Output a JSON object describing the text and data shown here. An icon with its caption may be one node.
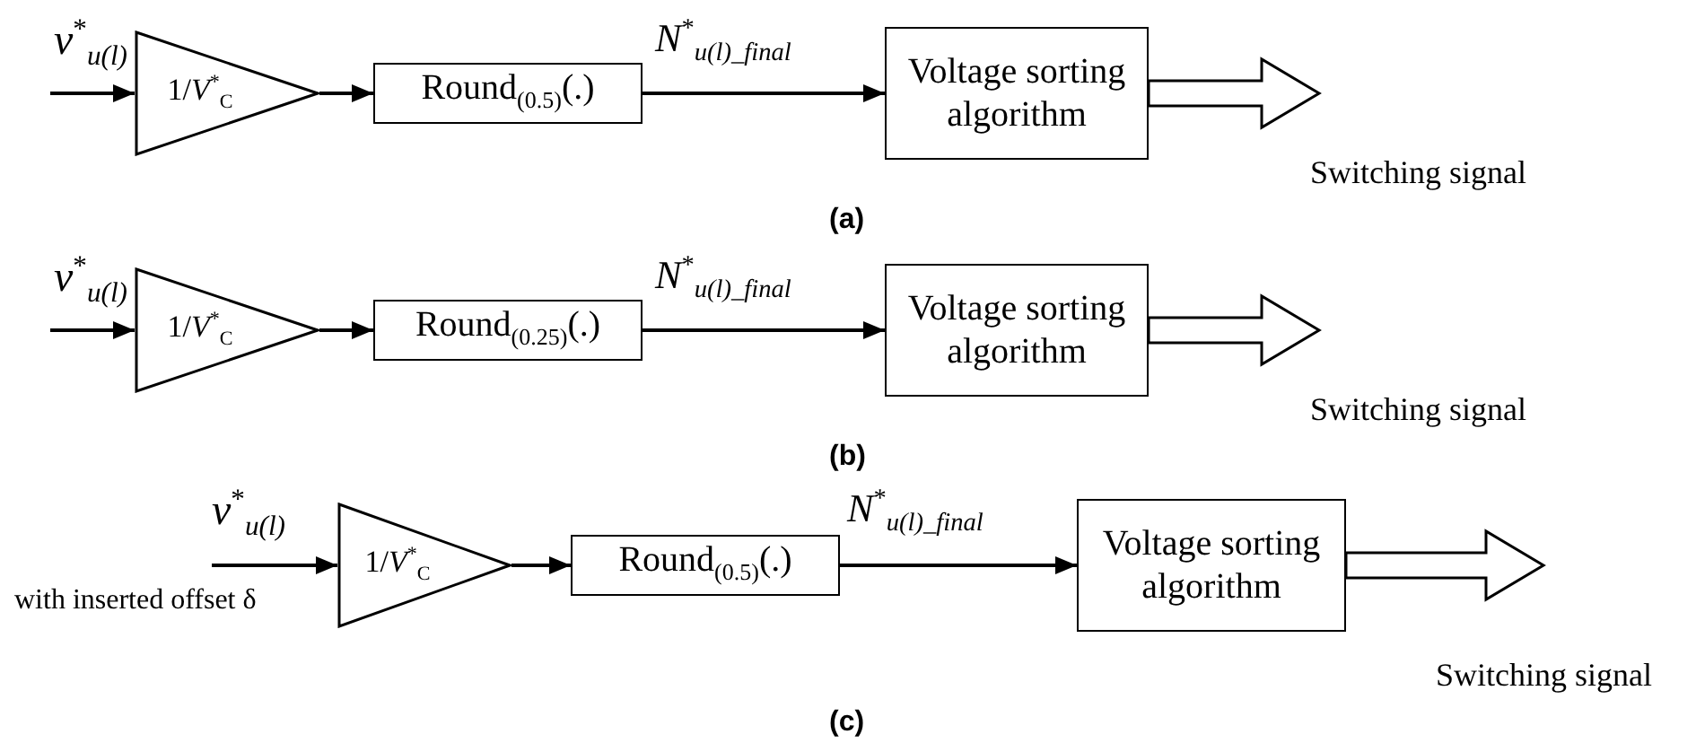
{
  "diagram": {
    "nodes": [
      {
        "text": [
          "1/*V*$^{*}$$_{C}$"
        ]
      },
      {
        "text": [
          "Round$_{(0.5)}$(.)"
        ]
      },
      {
        "text": [
          "Voltage sorting algorithm"
        ]
      },
      {
        "text": [
          "1/*V*$^{*}$$_{C}$"
        ]
      },
      {
        "text": [
          "Round$_{(0.25)}$(.)"
        ]
      },
      {
        "text": [
          "Voltage sorting algorithm"
        ]
      },
      {
        "text": [
          "1/*V*$^{*}$$_{C}$"
        ]
      },
      {
        "text": [
          "Round$_{(0.5)}$(.)"
        ]
      },
      {
        "text": [
          "Voltage sorting algorithm"
        ]
      }
    ],
    "edges": [
      {
        "from": null,
        "to": 0,
        "arrow": "to",
        "label": "*v*$^{*}$$_{u(l)}$"
      },
      {
        "from": 0,
        "to": 1,
        "arrow": "to"
      },
      {
        "from": 1,
        "to": 2,
        "arrow": "to",
        "label": "*N*$^{*}$$_{u(l)_final}$"
      },
      {
        "from": 2,
        "to": null,
        "arrow": "to",
        "style": "thick",
        "label": "Switching signal"
      },
      {
        "from": null,
        "to": 3,
        "arrow": "to",
        "label": "*v*$^{*}$$_{u(l)}$"
      },
      {
        "from": 3,
        "to": 4,
        "arrow": "to"
      },
      {
        "from": 4,
        "to": 5,
        "arrow": "to",
        "label": "*N*$^{*}$$_{u(l)_final}$"
      },
      {
        "from": 5,
        "to": null,
        "arrow": "to",
        "style": "thick",
        "label": "Switching signal"
      },
      {
        "from": null,
        "to": 6,
        "arrow": "to",
        "label": "*v*$^{*}$$_{u(l)}$"
      },
      {
        "from": 6,
        "to": 7,
        "arrow": "to"
      },
      {
        "from": 7,
        "to": 8,
        "arrow": "to",
        "label": "*N*$^{*}$$_{u(l)_final}$"
      },
      {
        "from": 8,
        "to": null,
        "arrow": "to",
        "style": "thick",
        "label": "Switching signal"
      }
    ],
    "labels": [
      "(a)",
      "(b)",
      "with inserted offset δ",
      "(c)"
    ]
  }
}
